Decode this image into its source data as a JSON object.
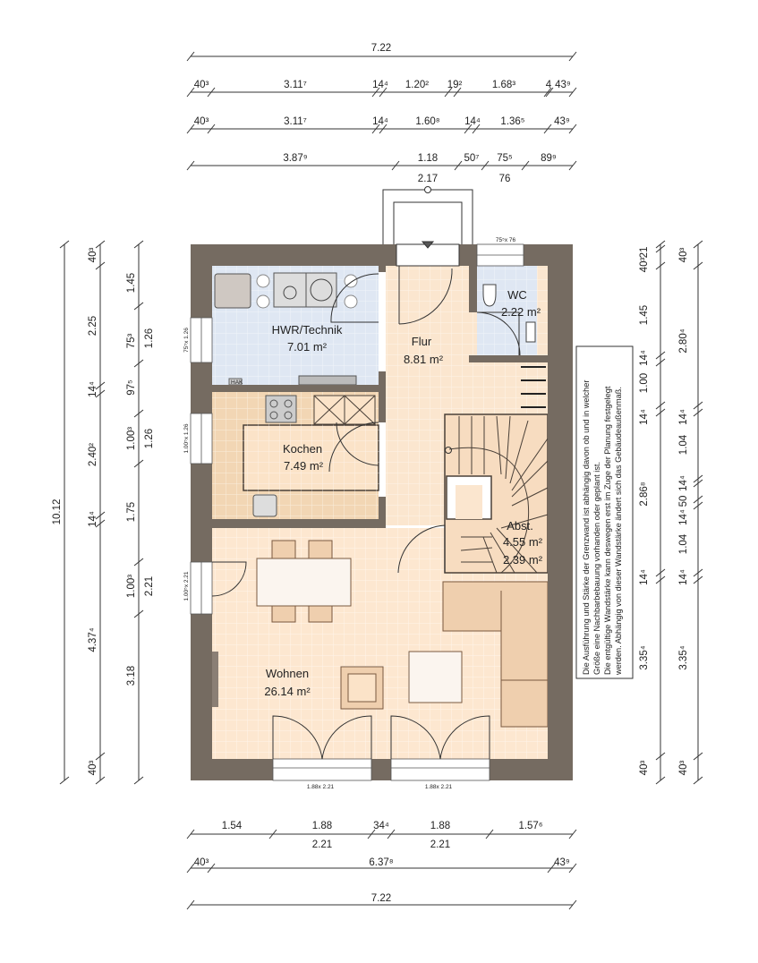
{
  "rooms": {
    "hwr": {
      "name": "HWR/Technik",
      "area": "7.01 m²",
      "hak": "HAK"
    },
    "flur": {
      "name": "Flur",
      "area": "8.81 m²"
    },
    "wc": {
      "name": "WC",
      "area": "2.22 m²"
    },
    "kochen": {
      "name": "Kochen",
      "area": "7.49 m²"
    },
    "abst": {
      "name": "Abst.",
      "area1": "4.55 m²",
      "area2": "2.39 m²"
    },
    "wohnen": {
      "name": "Wohnen",
      "area": "26.14 m²"
    }
  },
  "windows": {
    "wc_top": "75⁵x 76",
    "left_hwr": "75⁵x 1.26",
    "left_kochen": "1.00⁵x 1.26",
    "left_wohnen": "1.00⁵x 2.21",
    "bottom_left": "1.88x 2.21",
    "bottom_right": "1.88x 2.21"
  },
  "note": [
    "Die Ausführung und Stärke der Grenzwand ist abhängig davon ob und in welcher",
    "Größe eine Nachbarbebauung vorhanden oder geplant ist.",
    "Die entgültige Wandstärke kann deswegen erst im Zuge der Planung festgelegt",
    "werden. Abhängig von dieser Wandstärke ändert sich das Gebäudeaußenmaß."
  ],
  "dims": {
    "top": {
      "row1": [
        "7.22"
      ],
      "row2": [
        "40³",
        "3.11⁷",
        "14⁴",
        "1.20²",
        "19²",
        "1.68³",
        "4",
        "43⁹"
      ],
      "row3": [
        "40³",
        "3.11⁷",
        "14⁴",
        "1.60⁸",
        "14⁴",
        "1.36⁵",
        "43⁹"
      ],
      "row4": [
        "3.87⁹",
        "1.18",
        "50⁷",
        "75⁵",
        "89⁹"
      ],
      "row4_sub": [
        "2.17",
        "76"
      ]
    },
    "left": {
      "col1": [
        "10.12"
      ],
      "col2": [
        "40³",
        "2.25",
        "14⁴",
        "2.40²",
        "14⁴",
        "4.37⁴",
        "40³"
      ],
      "col3": [
        "1.45",
        "75³",
        "97⁵",
        "1.00³",
        "1.75",
        "1.00³",
        "3.18"
      ],
      "col3_sub": [
        "1.26",
        "1.26",
        "2.21"
      ]
    },
    "right": {
      "col1": [
        "21",
        "40³",
        "1.45",
        "14⁴",
        "1.00",
        "14⁴",
        "2.86⁸",
        "14⁴",
        "3.35⁴",
        "40³"
      ],
      "col2": [
        "1.04",
        "14⁴",
        "50",
        "14⁴",
        "1.04"
      ],
      "col3": [
        "40³",
        "2.80⁴",
        "14⁴",
        "14⁴",
        "3.35⁴",
        "40³"
      ]
    },
    "bottom": {
      "row1": [
        "1.54",
        "1.88",
        "34⁴",
        "1.88",
        "1.57⁶"
      ],
      "row1_sub": [
        "2.21",
        "2.21"
      ],
      "row2": [
        "40³",
        "6.37⁸",
        "43⁹"
      ],
      "row3": [
        "7.22"
      ]
    }
  },
  "colors": {
    "wall": "#756b61",
    "hwr": "#dfe7f3",
    "flur": "#fbe6cf",
    "kochen": "#f2d6b4",
    "wohnen": "#fde7d0",
    "sofa": "#efcfae"
  }
}
